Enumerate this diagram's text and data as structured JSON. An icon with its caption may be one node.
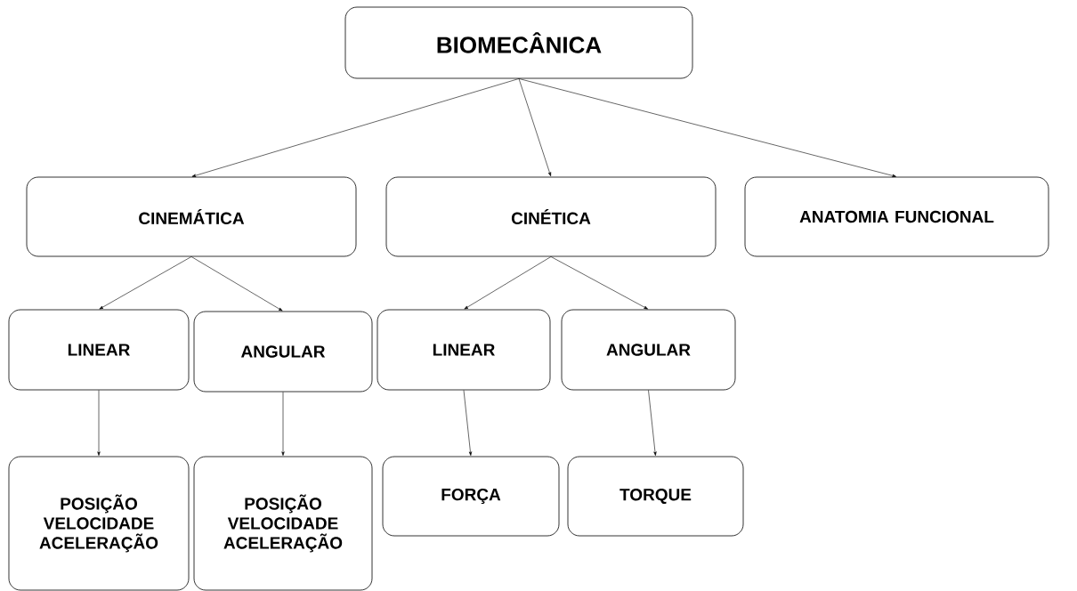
{
  "diagram": {
    "nodes": [
      {
        "text": [
          "BIOMECÂNICA"
        ]
      },
      {
        "text": [
          "CINEMÁTICA"
        ]
      },
      {
        "text": [
          "CINÉTICA"
        ]
      },
      {
        "text": [
          "ANATOMIA FUNCIONAL"
        ]
      },
      {
        "text": [
          "LINEAR"
        ]
      },
      {
        "text": [
          "ANGULAR"
        ]
      },
      {
        "text": [
          "LINEAR"
        ]
      },
      {
        "text": [
          "ANGULAR"
        ]
      },
      {
        "text": [
          "POSIÇÃO VELOCIDADE ACELERAÇÃO"
        ]
      },
      {
        "text": [
          "POSIÇÃO VELOCIDADE ACELERAÇÃO"
        ]
      },
      {
        "text": [
          "FORÇA"
        ]
      },
      {
        "text": [
          "TORQUE"
        ]
      }
    ],
    "edges": [
      {
        "from": 0,
        "to": 1,
        "arrow": "to"
      },
      {
        "from": 0,
        "to": 2,
        "arrow": "to"
      },
      {
        "from": 0,
        "to": 3,
        "arrow": "to"
      },
      {
        "from": 1,
        "to": 4,
        "arrow": "to"
      },
      {
        "from": 1,
        "to": 5,
        "arrow": "to"
      },
      {
        "from": 2,
        "to": 6,
        "arrow": "to"
      },
      {
        "from": 2,
        "to": 7,
        "arrow": "to"
      },
      {
        "from": 4,
        "to": 8,
        "arrow": "to"
      },
      {
        "from": 5,
        "to": 9,
        "arrow": "to"
      },
      {
        "from": 6,
        "to": 10,
        "arrow": "to"
      },
      {
        "from": 7,
        "to": 11,
        "arrow": "to"
      }
    ]
  }
}
